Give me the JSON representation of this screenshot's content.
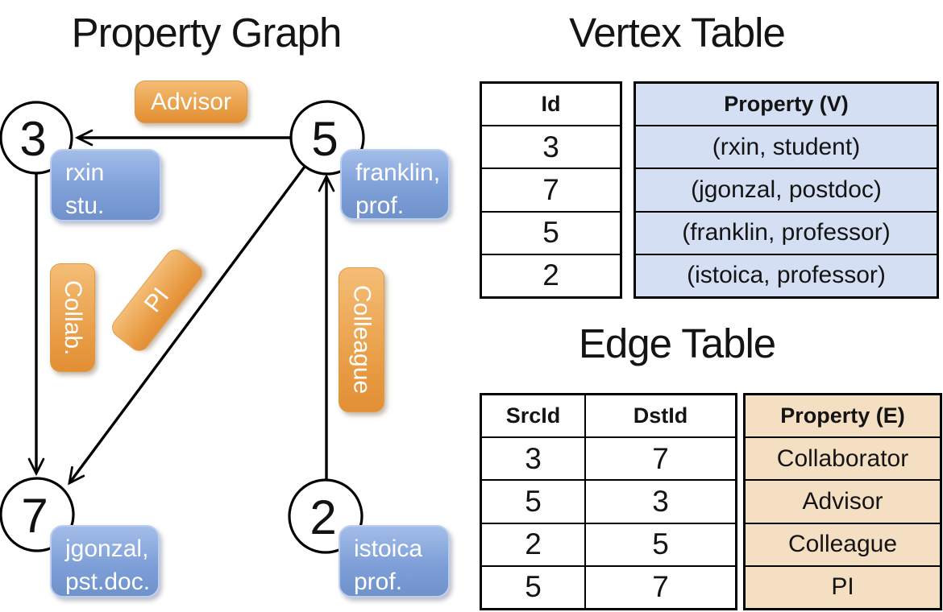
{
  "slide": {
    "graph_title": "Property Graph",
    "vertex_table_title": "Vertex Table",
    "edge_table_title": "Edge Table"
  },
  "graph": {
    "nodes": [
      {
        "id": "3",
        "prop_line1": "rxin",
        "prop_line2": "stu."
      },
      {
        "id": "5",
        "prop_line1": "franklin,",
        "prop_line2": "prof."
      },
      {
        "id": "7",
        "prop_line1": "jgonzal,",
        "prop_line2": "pst.doc."
      },
      {
        "id": "2",
        "prop_line1": "istoica",
        "prop_line2": "prof."
      }
    ],
    "edge_labels": [
      {
        "name": "Advisor"
      },
      {
        "name": "Collab."
      },
      {
        "name": "PI"
      },
      {
        "name": "Colleague"
      }
    ]
  },
  "vertex_table": {
    "headers": [
      "Id",
      "Property (V)"
    ],
    "rows": [
      [
        "3",
        "(rxin, student)"
      ],
      [
        "7",
        "(jgonzal, postdoc)"
      ],
      [
        "5",
        "(franklin, professor)"
      ],
      [
        "2",
        "(istoica, professor)"
      ]
    ]
  },
  "edge_table": {
    "headers": [
      "SrcId",
      "DstId",
      "Property (E)"
    ],
    "rows": [
      [
        "3",
        "7",
        "Collaborator"
      ],
      [
        "5",
        "3",
        "Advisor"
      ],
      [
        "2",
        "5",
        "Colleague"
      ],
      [
        "5",
        "7",
        "PI"
      ]
    ]
  },
  "colors": {
    "vertex_property_fill": "#d4dff3",
    "edge_property_fill": "#f5dfc3",
    "vertex_box_blue": "#7e9fd8",
    "edge_label_orange": "#e89b43",
    "line_black": "#000000",
    "background": "#ffffff"
  }
}
